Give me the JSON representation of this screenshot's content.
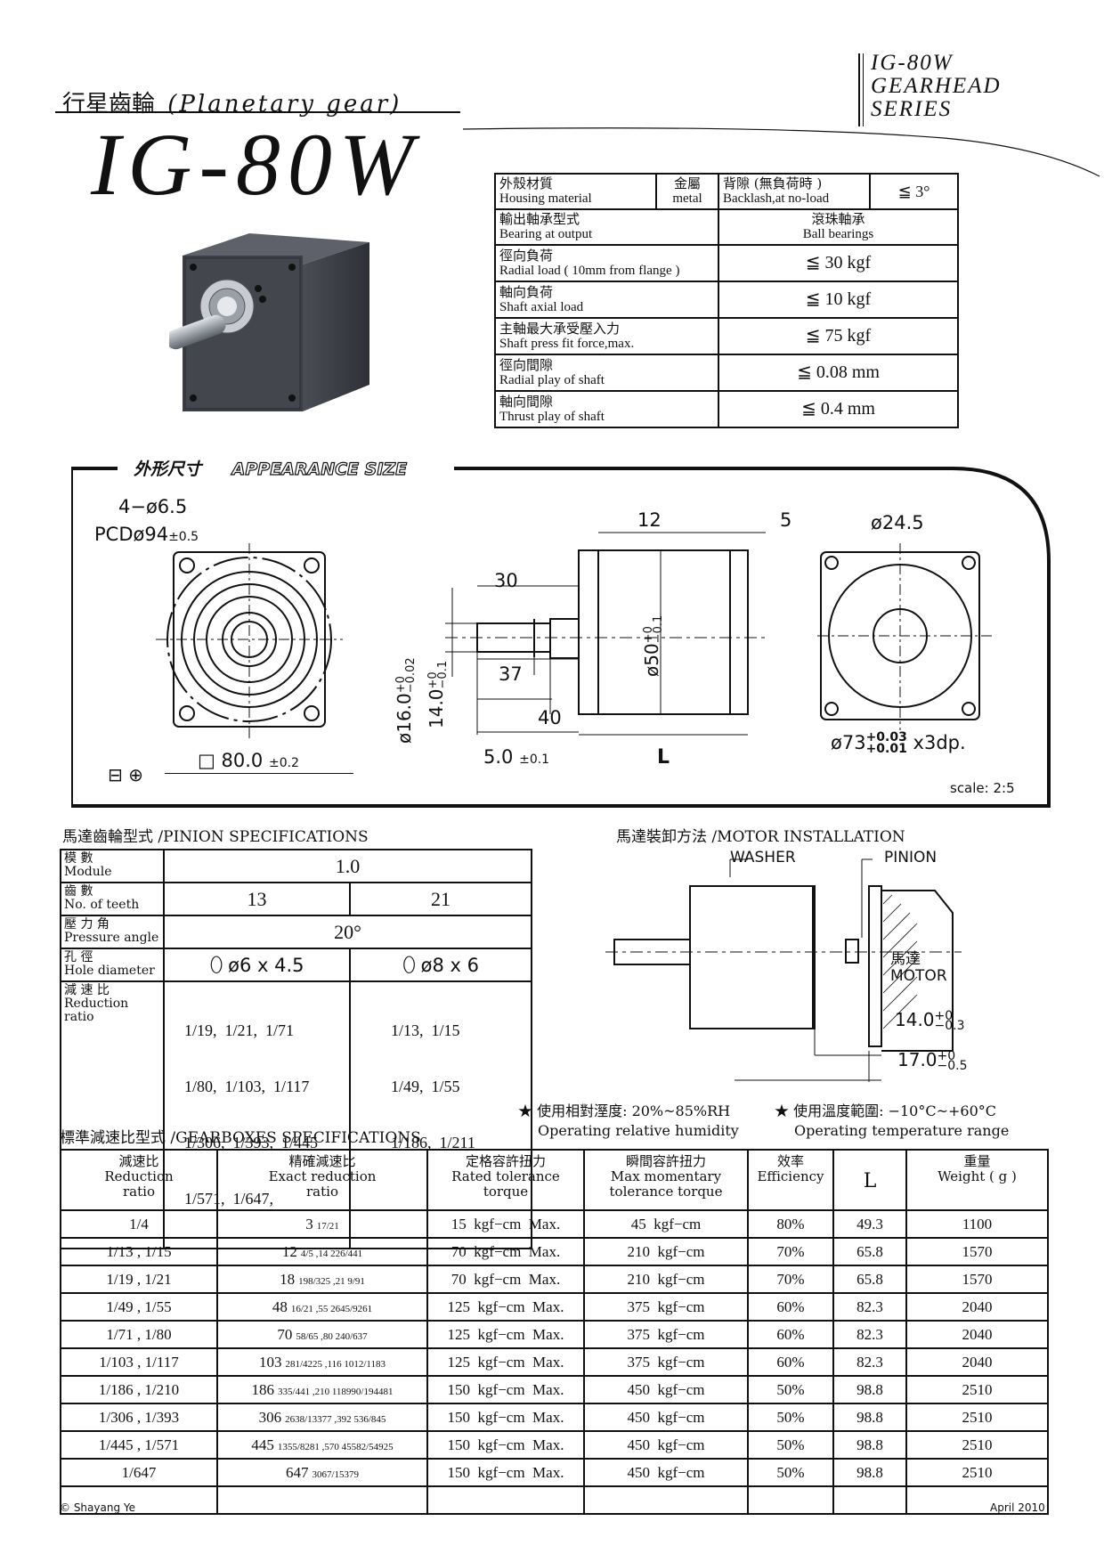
{
  "header": {
    "subtitle_cn": "行星齒輪",
    "subtitle_en": "(Planetary gear)",
    "model": "IG-80W",
    "series_1": "IG-80W",
    "series_2": "GEARHEAD",
    "series_3": "SERIES"
  },
  "specs": {
    "housing_cn": "外殼材質",
    "housing_en": "Housing material",
    "housing_val_cn": "金屬",
    "housing_val_en": "metal",
    "backlash_cn": "背隙 (無負荷時 )",
    "backlash_en": "Backlash,at no-load",
    "backlash_val": "≦ 3°",
    "rows": [
      {
        "cn": "輸出軸承型式",
        "en": "Bearing at output",
        "val_cn": "滾珠軸承",
        "val": "Ball bearings"
      },
      {
        "cn": "徑向負荷",
        "en": "Radial load ( 10mm from flange )",
        "val_cn": "",
        "val": "≦ 30 kgf"
      },
      {
        "cn": "軸向負荷",
        "en": "Shaft axial load",
        "val_cn": "",
        "val": "≦ 10 kgf"
      },
      {
        "cn": "主軸最大承受壓入力",
        "en": "Shaft press fit force,max.",
        "val_cn": "",
        "val": "≦ 75 kgf"
      },
      {
        "cn": "徑向間隙",
        "en": "Radial play of shaft",
        "val_cn": "",
        "val": "≦ 0.08 mm"
      },
      {
        "cn": "軸向間隙",
        "en": "Thrust play of shaft",
        "val_cn": "",
        "val": "≦ 0.4 mm"
      }
    ]
  },
  "appearance": {
    "title_cn": "外形尺寸",
    "title_en": "APPEARANCE SIZE",
    "scale": "scale: 2:5",
    "dims": {
      "holes": "4−ø6.5",
      "pcd": "PCDø94",
      "pcd_tol": "±0.5",
      "square": "□ 80.0",
      "square_tol": "±0.2",
      "d12": "12",
      "d5": "5",
      "d30": "30",
      "d37": "37",
      "d40": "40",
      "d5_0": "5.0",
      "d5_0_tol": "±0.1",
      "L": "L",
      "shaft": "ø16.0",
      "shaft_tol_up": "+0",
      "shaft_tol_dn": "−0.02",
      "flat": "14.0",
      "flat_tol_up": "+0",
      "flat_tol_dn": "−0.1",
      "body": "ø50",
      "body_tol_up": "+0",
      "body_tol_dn": "−0.1",
      "bore": "ø24.5",
      "pilot": "ø73",
      "pilot_tol_up": "+0.03",
      "pilot_tol_dn": "+0.01",
      "pilot_depth": "x3dp."
    }
  },
  "pinion": {
    "title": "馬達齒輪型式 /PINION SPECIFICATIONS",
    "module_cn": "模 數",
    "module_en": "Module",
    "module_val": "1.0",
    "teeth_cn": "齒 數",
    "teeth_en": "No. of teeth",
    "teeth_a": "13",
    "teeth_b": "21",
    "angle_cn": "壓 力 角",
    "angle_en": "Pressure angle",
    "angle_val": "20°",
    "hole_cn": "孔 徑",
    "hole_en": "Hole diameter",
    "hole_a": "ø6 x 4.5",
    "hole_b": "ø8 x 6",
    "ratio_cn": "減 速 比",
    "ratio_en": "Reduction ratio",
    "ratio_a": [
      "1/19,  1/21,  1/71",
      "1/80,  1/103,  1/117",
      "1/306,  1/393,  1/445",
      "1/571,  1/647,"
    ],
    "ratio_b": [
      "1/13,  1/15",
      "1/49,  1/55",
      "1/186,  1/211"
    ]
  },
  "motor_install": {
    "title": "馬達裝卸方法 /MOTOR INSTALLATION",
    "washer": "WASHER",
    "pinion": "PINION",
    "motor_cn": "馬達",
    "motor_en": "MOTOR",
    "dim1": "14.0",
    "dim1_up": "+0",
    "dim1_dn": "−0.3",
    "dim2": "17.0",
    "dim2_up": "+0",
    "dim2_dn": "−0.5"
  },
  "conditions": {
    "humidity_cn": "★ 使用相對溼度: 20%~85%RH",
    "humidity_en": "Operating relative humidity",
    "temp_cn": "★ 使用溫度範圍: −10°C~+60°C",
    "temp_en": "Operating temperature range"
  },
  "gearbox": {
    "title": "標準減速比型式 /GEARBOXES SPECIFICATIONS",
    "headers": [
      {
        "cn": "減速比",
        "en1": "Reduction",
        "en2": "ratio"
      },
      {
        "cn": "精確減速比",
        "en1": "Exact reduction",
        "en2": "ratio"
      },
      {
        "cn": "定格容許扭力",
        "en1": "Rated tolerance",
        "en2": "torque"
      },
      {
        "cn": "瞬間容許扭力",
        "en1": "Max momentary",
        "en2": "tolerance torque"
      },
      {
        "cn": "效率",
        "en1": "Efficiency",
        "en2": ""
      },
      {
        "cn": "",
        "en1": "L",
        "en2": ""
      },
      {
        "cn": "重量",
        "en1": "Weight ( g )",
        "en2": ""
      }
    ],
    "rows": [
      {
        "ratio": "1/4",
        "exact": "3",
        "exact_sub": "17/21",
        "rated": "15  kgf−cm  Max.",
        "max": "45  kgf−cm",
        "eff": "80%",
        "L": "49.3",
        "weight": "1100"
      },
      {
        "ratio": "1/13 , 1/15",
        "exact": "12",
        "exact_sub": "4/5  ,14  226/441",
        "rated": "70  kgf−cm  Max.",
        "max": "210  kgf−cm",
        "eff": "70%",
        "L": "65.8",
        "weight": "1570"
      },
      {
        "ratio": "1/19 , 1/21",
        "exact": "18",
        "exact_sub": "198/325  ,21  9/91",
        "rated": "70  kgf−cm  Max.",
        "max": "210  kgf−cm",
        "eff": "70%",
        "L": "65.8",
        "weight": "1570"
      },
      {
        "ratio": "1/49 , 1/55",
        "exact": "48",
        "exact_sub": "16/21  ,55  2645/9261",
        "rated": "125  kgf−cm  Max.",
        "max": "375  kgf−cm",
        "eff": "60%",
        "L": "82.3",
        "weight": "2040"
      },
      {
        "ratio": "1/71 , 1/80",
        "exact": "70",
        "exact_sub": "58/65  ,80  240/637",
        "rated": "125  kgf−cm  Max.",
        "max": "375  kgf−cm",
        "eff": "60%",
        "L": "82.3",
        "weight": "2040"
      },
      {
        "ratio": "1/103 , 1/117",
        "exact": "103",
        "exact_sub": "281/4225  ,116  1012/1183",
        "rated": "125  kgf−cm  Max.",
        "max": "375  kgf−cm",
        "eff": "60%",
        "L": "82.3",
        "weight": "2040"
      },
      {
        "ratio": "1/186 , 1/210",
        "exact": "186",
        "exact_sub": "335/441  ,210  118990/194481",
        "rated": "150  kgf−cm  Max.",
        "max": "450  kgf−cm",
        "eff": "50%",
        "L": "98.8",
        "weight": "2510"
      },
      {
        "ratio": "1/306 , 1/393",
        "exact": "306",
        "exact_sub": "2638/13377  ,392  536/845",
        "rated": "150  kgf−cm  Max.",
        "max": "450  kgf−cm",
        "eff": "50%",
        "L": "98.8",
        "weight": "2510"
      },
      {
        "ratio": "1/445 , 1/571",
        "exact": "445",
        "exact_sub": "1355/8281  ,570  45582/54925",
        "rated": "150  kgf−cm  Max.",
        "max": "450  kgf−cm",
        "eff": "50%",
        "L": "98.8",
        "weight": "2510"
      },
      {
        "ratio": "1/647",
        "exact": "647",
        "exact_sub": "3067/15379",
        "rated": "150  kgf−cm  Max.",
        "max": "450  kgf−cm",
        "eff": "50%",
        "L": "98.8",
        "weight": "2510"
      }
    ]
  },
  "footer": {
    "copyright": "© Shayang Ye",
    "date": "April  2010"
  }
}
